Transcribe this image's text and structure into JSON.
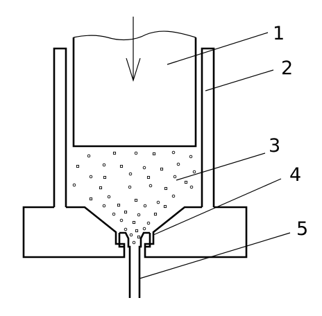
{
  "labels": [
    {
      "id": "1",
      "text": "1"
    },
    {
      "id": "2",
      "text": "2"
    },
    {
      "id": "3",
      "text": "3"
    },
    {
      "id": "4",
      "text": "4"
    },
    {
      "id": "5",
      "text": "5"
    }
  ],
  "icons": {
    "arrow": "down-arrow-icon"
  },
  "colors": {
    "stroke": "#000000",
    "background": "#ffffff"
  }
}
